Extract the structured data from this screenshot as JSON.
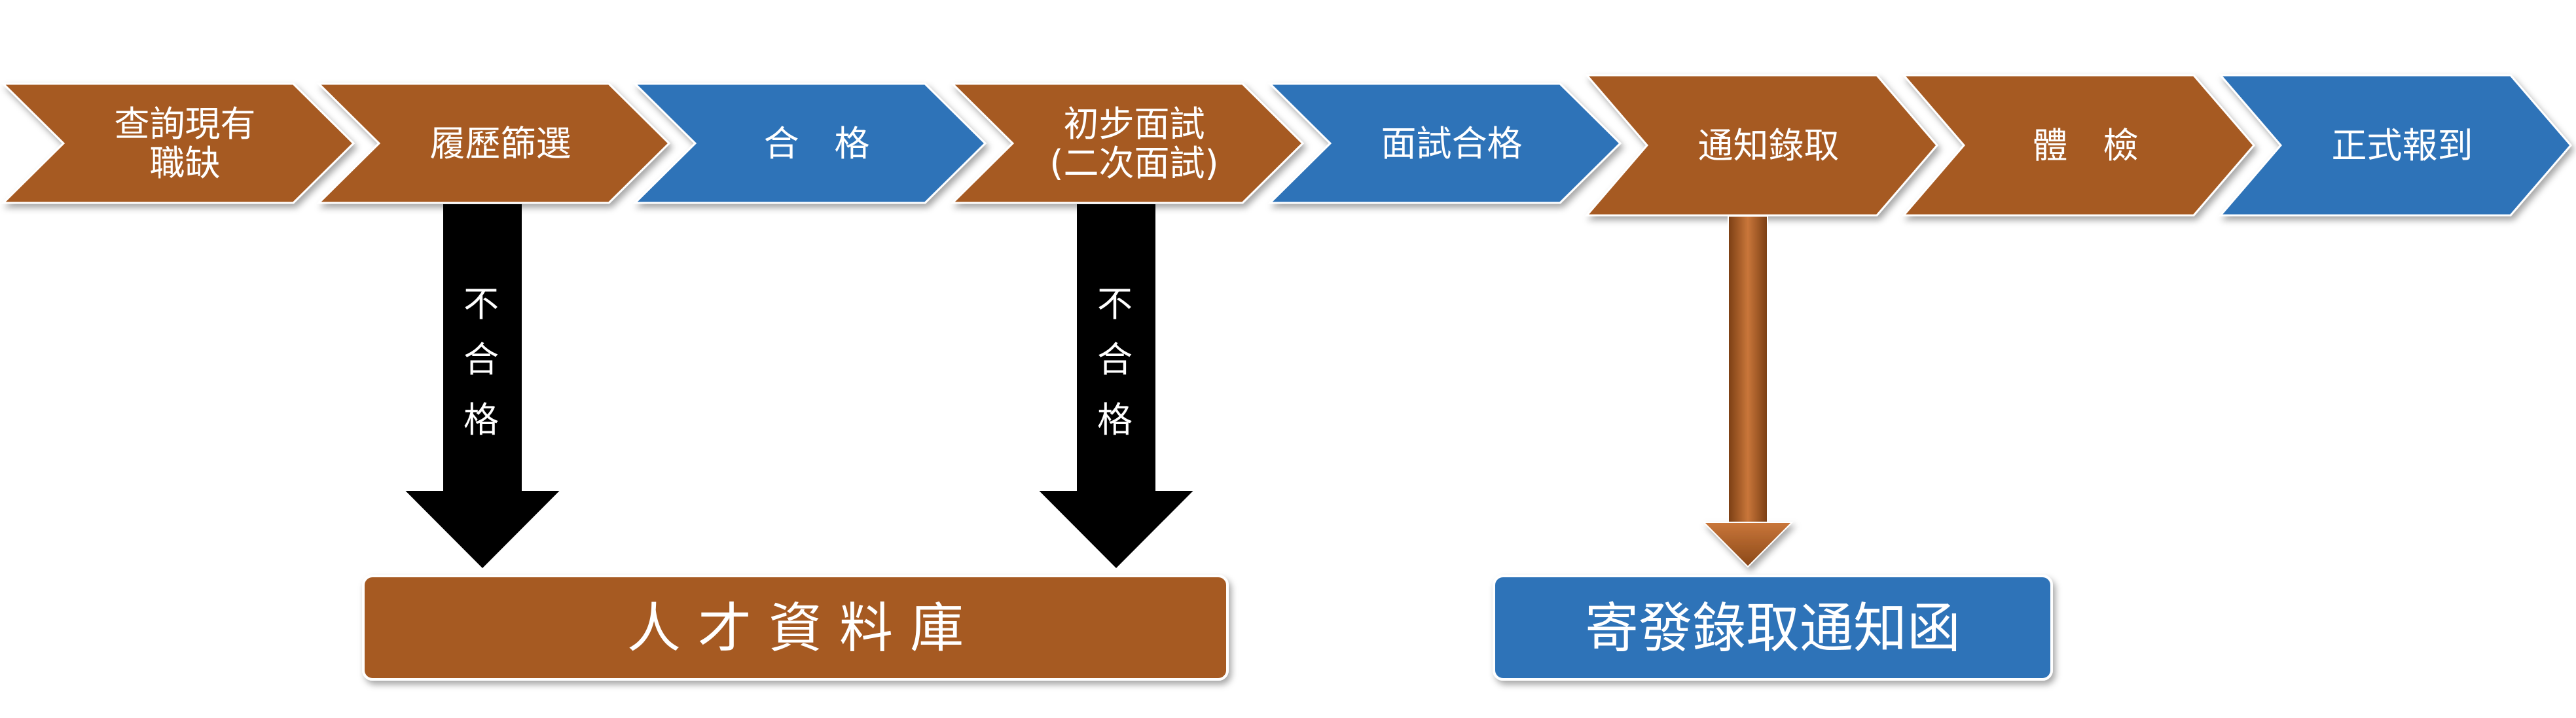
{
  "colors": {
    "orange": "#A65A24",
    "blue": "#2F73B8",
    "black": "#000000",
    "white": "#FFFFFF"
  },
  "steps": [
    {
      "lines": [
        "查詢現有",
        "職缺"
      ],
      "color": "orange"
    },
    {
      "lines": [
        "履歷篩選"
      ],
      "color": "orange"
    },
    {
      "lines": [
        "合　格"
      ],
      "color": "blue"
    },
    {
      "lines": [
        "初步面試",
        "(二次面試)"
      ],
      "color": "orange"
    },
    {
      "lines": [
        "面試合格"
      ],
      "color": "blue"
    },
    {
      "lines": [
        "通知錄取"
      ],
      "color": "orange"
    },
    {
      "lines": [
        "體　檢"
      ],
      "color": "orange"
    },
    {
      "lines": [
        "正式報到"
      ],
      "color": "blue"
    }
  ],
  "branches": [
    {
      "label": [
        "不",
        "合",
        "格"
      ],
      "style": "black"
    },
    {
      "label": [
        "不",
        "合",
        "格"
      ],
      "style": "black"
    },
    {
      "label": [],
      "style": "orange"
    }
  ],
  "boxes": [
    {
      "label": "人 才 資 料 庫",
      "color": "orange"
    },
    {
      "label": "寄發錄取通知函",
      "color": "blue"
    }
  ]
}
